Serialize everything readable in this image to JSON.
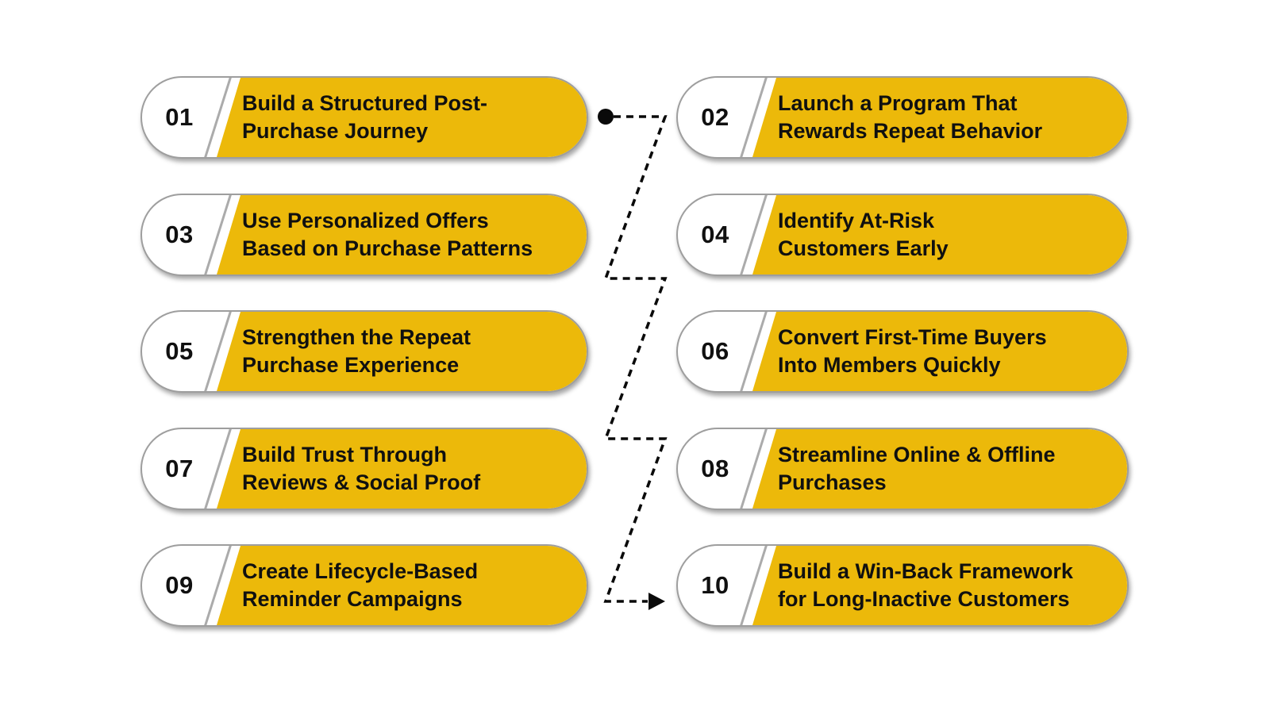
{
  "diagram": {
    "type": "numbered-step-infographic",
    "columns": 2,
    "flow": "zigzag dashed connector from step 01 to step 10, starts with dot, ends with right arrow"
  },
  "colors": {
    "accent_yellow": "#ECB90A",
    "pill_border": "#9E9E9E",
    "text": "#101010",
    "connector": "#0A0A0A",
    "background": "#FFFFFF"
  },
  "connector": {
    "style": "dashed",
    "start_marker": "dot",
    "end_marker": "arrow-right"
  },
  "items": [
    {
      "number": "01",
      "line1": "Build a Structured Post-",
      "line2": "Purchase Journey"
    },
    {
      "number": "02",
      "line1": "Launch a Program That",
      "line2": "Rewards Repeat Behavior"
    },
    {
      "number": "03",
      "line1": "Use Personalized Offers",
      "line2": "Based on Purchase Patterns"
    },
    {
      "number": "04",
      "line1": "Identify At-Risk",
      "line2": "Customers Early"
    },
    {
      "number": "05",
      "line1": "Strengthen the Repeat",
      "line2": "Purchase Experience"
    },
    {
      "number": "06",
      "line1": "Convert First-Time Buyers",
      "line2": "Into Members Quickly"
    },
    {
      "number": "07",
      "line1": "Build Trust Through",
      "line2": "Reviews & Social Proof"
    },
    {
      "number": "08",
      "line1": "Streamline Online & Offline",
      "line2": "Purchases"
    },
    {
      "number": "09",
      "line1": "Create Lifecycle-Based",
      "line2": "Reminder Campaigns"
    },
    {
      "number": "10",
      "line1": "Build a Win-Back Framework",
      "line2": "for Long-Inactive Customers"
    }
  ]
}
